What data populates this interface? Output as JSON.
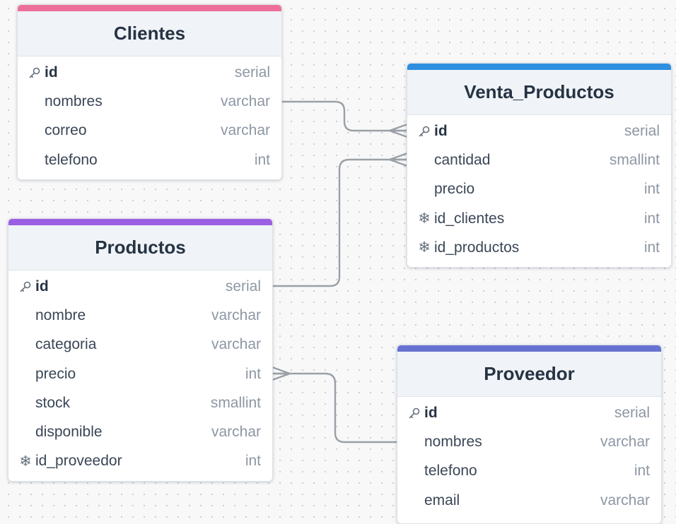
{
  "theme": {
    "clientes_color": "#ec6f99",
    "venta_color": "#2e8ee0",
    "productos_color": "#9a5fe3",
    "proveedor_color": "#6672d1",
    "line_color": "#9aa0a6"
  },
  "tables": {
    "clientes": {
      "name": "Clientes",
      "columns": [
        {
          "name": "id",
          "type": "serial",
          "icon": "key-icon"
        },
        {
          "name": "nombres",
          "type": "varchar",
          "icon": ""
        },
        {
          "name": "correo",
          "type": "varchar",
          "icon": ""
        },
        {
          "name": "telefono",
          "type": "int",
          "icon": ""
        }
      ]
    },
    "venta": {
      "name": "Venta_Productos",
      "columns": [
        {
          "name": "id",
          "type": "serial",
          "icon": "key-icon"
        },
        {
          "name": "cantidad",
          "type": "smallint",
          "icon": ""
        },
        {
          "name": "precio",
          "type": "int",
          "icon": ""
        },
        {
          "name": "id_clientes",
          "type": "int",
          "icon": "snowflake-icon"
        },
        {
          "name": "id_productos",
          "type": "int",
          "icon": "snowflake-icon"
        }
      ]
    },
    "productos": {
      "name": "Productos",
      "columns": [
        {
          "name": "id",
          "type": "serial",
          "icon": "key-icon"
        },
        {
          "name": "nombre",
          "type": "varchar",
          "icon": ""
        },
        {
          "name": "categoria",
          "type": "varchar",
          "icon": ""
        },
        {
          "name": "precio",
          "type": "int",
          "icon": ""
        },
        {
          "name": "stock",
          "type": "smallint",
          "icon": ""
        },
        {
          "name": "disponible",
          "type": "varchar",
          "icon": ""
        },
        {
          "name": "id_proveedor",
          "type": "int",
          "icon": "snowflake-icon"
        }
      ]
    },
    "proveedor": {
      "name": "Proveedor",
      "columns": [
        {
          "name": "id",
          "type": "serial",
          "icon": "key-icon"
        },
        {
          "name": "nombres",
          "type": "varchar",
          "icon": ""
        },
        {
          "name": "telefono",
          "type": "int",
          "icon": ""
        },
        {
          "name": "email",
          "type": "varchar",
          "icon": ""
        }
      ]
    }
  },
  "relations": [
    {
      "from": "Clientes.nombres",
      "to": "Venta_Productos.id",
      "from_end": "one",
      "to_end": "many"
    },
    {
      "from": "Productos.id",
      "to": "Venta_Productos.cantidad",
      "from_end": "one",
      "to_end": "many"
    },
    {
      "from": "Proveedor.nombres",
      "to": "Productos.precio",
      "from_end": "one",
      "to_end": "many"
    }
  ]
}
